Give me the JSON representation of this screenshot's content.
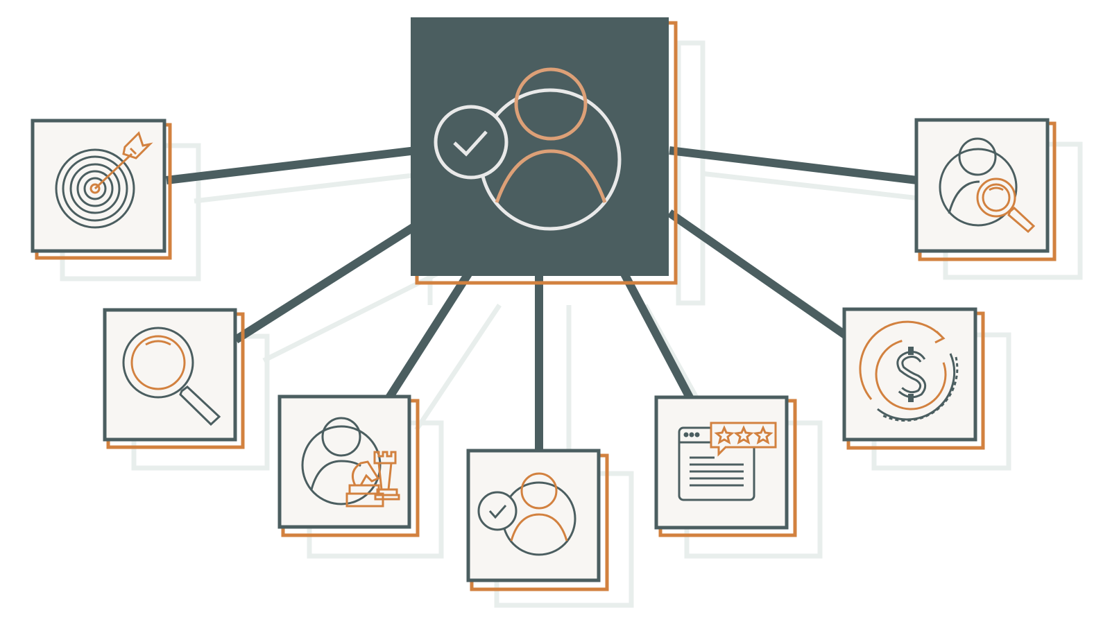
{
  "colors": {
    "slate": "#4b5e60",
    "orange": "#d2813f",
    "orange_light": "#dda077",
    "panel": "#f8f6f3",
    "shadow": "#e7ecea",
    "white": "#ffffff",
    "ring": "#e9e9e9"
  },
  "hub": {
    "icon": "verified-user-icon"
  },
  "nodes": [
    {
      "id": "target",
      "icon": "target-dart-icon"
    },
    {
      "id": "search",
      "icon": "magnifier-icon"
    },
    {
      "id": "strategy",
      "icon": "user-chess-strategy-icon"
    },
    {
      "id": "verified",
      "icon": "verified-user-icon"
    },
    {
      "id": "reviews",
      "icon": "browser-rating-stars-icon"
    },
    {
      "id": "revenue",
      "icon": "dollar-cycle-icon"
    },
    {
      "id": "user-search",
      "icon": "user-search-icon"
    }
  ]
}
